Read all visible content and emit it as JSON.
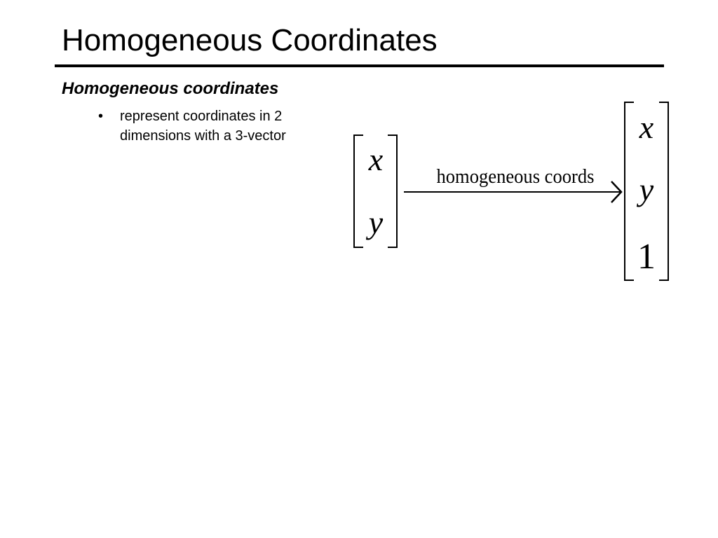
{
  "slide": {
    "title": "Homogeneous Coordinates",
    "subheading": "Homogeneous coordinates",
    "bullets": [
      {
        "marker": "•",
        "text": "represent coordinates in 2 dimensions with a 3-vector"
      }
    ]
  },
  "equation": {
    "input_vector": [
      "x",
      "y"
    ],
    "arrow_label": "homogeneous coords",
    "output_vector": [
      "x",
      "y",
      "1"
    ]
  }
}
